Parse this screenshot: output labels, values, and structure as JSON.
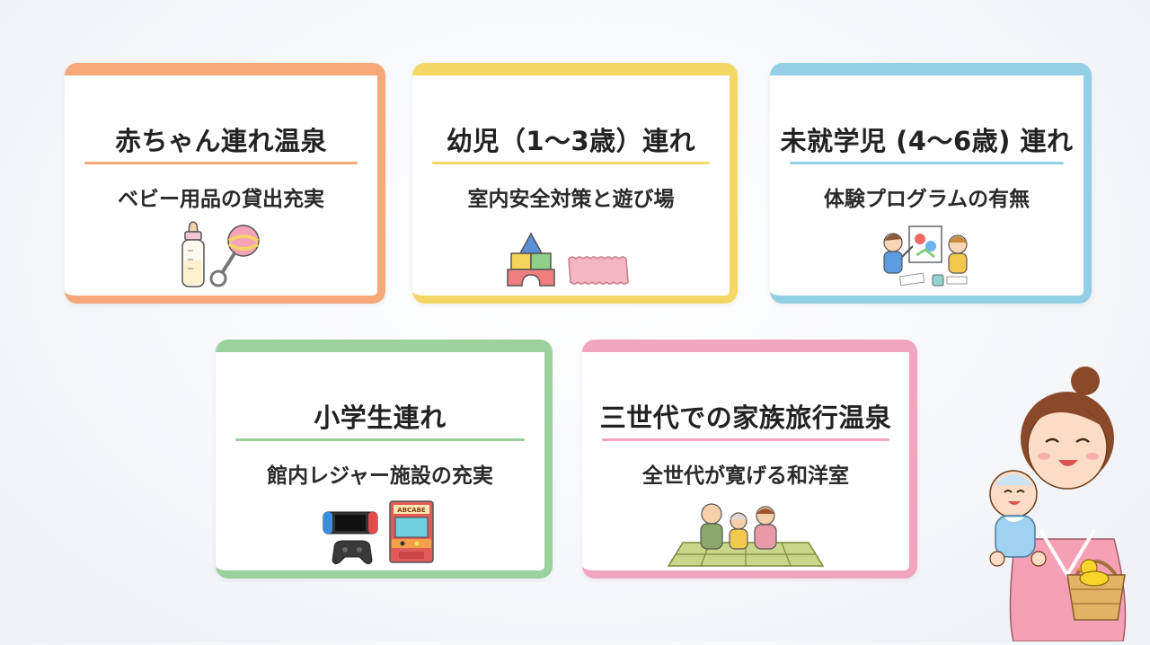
{
  "cards": [
    {
      "title": "赤ちゃん連れ温泉",
      "subtitle": "ベビー用品の貸出充実",
      "accent": "#f6a978",
      "icons": [
        "baby-bottle-icon",
        "rattle-icon"
      ]
    },
    {
      "title": "幼児（1〜3歳）連れ",
      "subtitle": "室内安全対策と遊び場",
      "accent": "#f5d766",
      "icons": [
        "toy-blocks-icon",
        "play-mat-icon"
      ]
    },
    {
      "title": "未就学児 (4〜6歳) 連れ",
      "subtitle": "体験プログラムの有無",
      "accent": "#93d0e6",
      "icons": [
        "kids-painting-icon"
      ]
    },
    {
      "title": "小学生連れ",
      "subtitle": "館内レジャー施設の充実",
      "accent": "#9bd19c",
      "icons": [
        "game-console-icon",
        "game-controller-icon",
        "arcade-machine-icon"
      ],
      "arcade_marquee": "ABCABE"
    },
    {
      "title": "三世代での家族旅行温泉",
      "subtitle": "全世代が寛げる和洋室",
      "accent": "#f1a5bf",
      "icons": [
        "three-generations-family-icon",
        "tatami-mat-icon"
      ]
    }
  ],
  "mascot": {
    "icons": [
      "mother-holding-baby-icon",
      "duck-basket-icon"
    ]
  }
}
